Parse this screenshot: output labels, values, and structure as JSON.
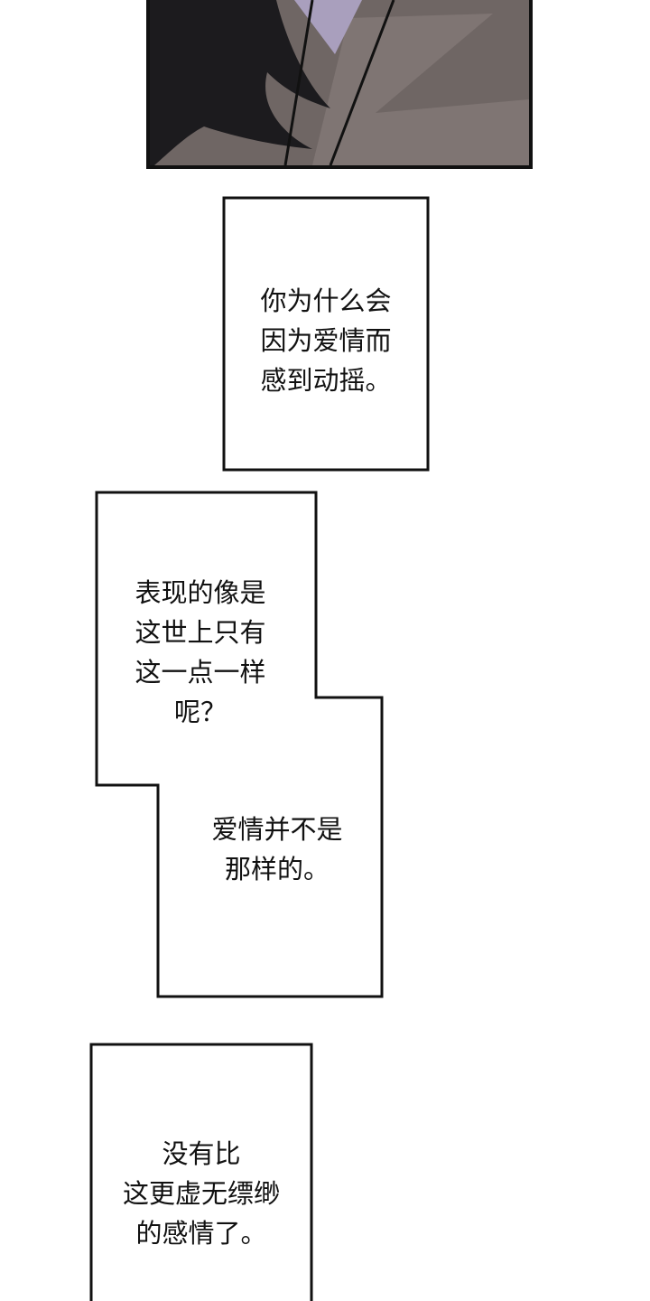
{
  "panel_top": {
    "description_icon": "art-panel"
  },
  "bubbles": [
    {
      "lines": [
        "你为什么会",
        "因为爱情而",
        "感到动摇。"
      ]
    },
    {
      "lines": [
        "表现的像是",
        "这世上只有",
        "这一点一样",
        "呢？"
      ]
    },
    {
      "lines": [
        "爱情并不是",
        "那样的。"
      ]
    },
    {
      "lines": [
        "没有比",
        "这更虚无缥缈",
        "的感情了。"
      ]
    }
  ],
  "colors": {
    "panel_bg": "#6f6664",
    "hair": "#1a1a1c",
    "border": "#111111"
  }
}
